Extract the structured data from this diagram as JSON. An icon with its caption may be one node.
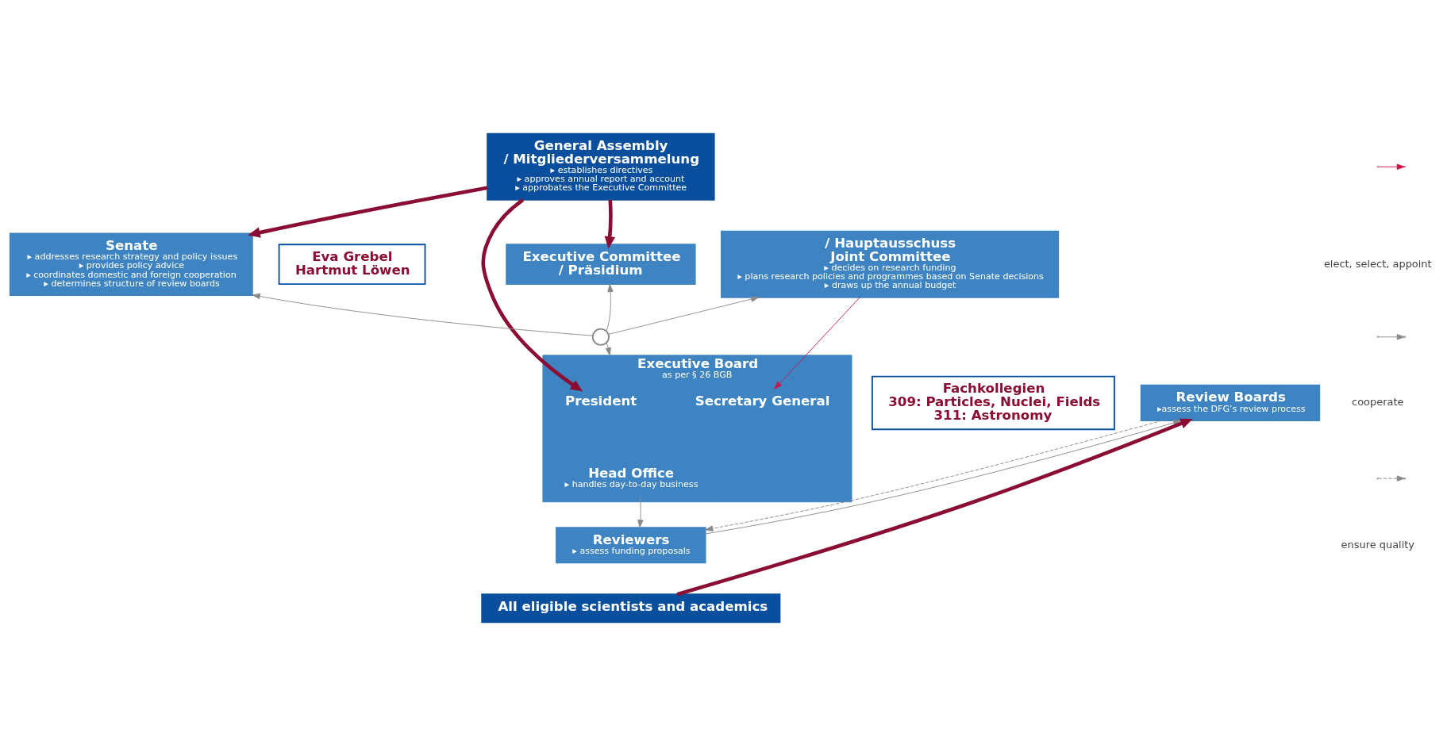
{
  "diagram": {
    "nodes": [
      {
        "text": [
          "General Assembly",
          "/ Mitgliederversammelung",
          "▸ establishes directives",
          "▸ approves annual report and account",
          "▸ approbates the Executive Committee"
        ]
      },
      {
        "text": [
          "Senate",
          "▸ addresses research strategy and policy issues",
          "▸ provides policy advice",
          "▸ coordinates domestic and foreign cooperation",
          "▸ determines structure of review boards"
        ]
      },
      {
        "text": [
          "Eva Grebel",
          "Hartmut Löwen"
        ]
      },
      {
        "text": [
          "Executive Committee",
          "/ Präsidium"
        ]
      },
      {
        "text": [
          "/ Hauptausschuss",
          "Joint Committee",
          "▸ decides on research funding",
          "▸ plans research policies and programmes based on Senate decisions",
          "▸ draws up the annual budget"
        ]
      },
      {
        "text": [],
        "shape": "circle"
      },
      {
        "text": [
          "Review Boards",
          "▸assess the DFG’s review process"
        ]
      },
      {
        "text": [
          "Fachkollegien",
          "309: Particles, Nuclei, Fields",
          "311: Astronomy"
        ]
      },
      {
        "text": [
          "Executive Board",
          "as per § 26 BGB"
        ]
      },
      {
        "text": [
          "President"
        ],
        "in": 8
      },
      {
        "text": [
          "Secretary General"
        ],
        "in": 8
      },
      {
        "text": [
          "Head Office",
          "▸ handles day-to-day business"
        ],
        "in": 8
      },
      {
        "text": [
          "Reviewers",
          "▸ assess funding proposals"
        ]
      },
      {
        "text": [
          "All eligible scientists and academics"
        ]
      }
    ],
    "edges": [
      {
        "from": 0,
        "to": 1,
        "arrow": "to",
        "style": "thick",
        "color": "#8b0d33"
      },
      {
        "from": 0,
        "to": 3,
        "arrow": "to",
        "style": "thick",
        "color": "#8b0d33"
      },
      {
        "from": 0,
        "to": 9,
        "arrow": "to",
        "style": "thick",
        "color": "#8b0d33"
      },
      {
        "from": 4,
        "to": 10,
        "arrow": "to",
        "color": "#c8174a"
      },
      {
        "from": 5,
        "to": 1,
        "arrow": "to"
      },
      {
        "from": 5,
        "to": 3,
        "arrow": "to"
      },
      {
        "from": 5,
        "to": 4,
        "arrow": "to"
      },
      {
        "from": 5,
        "to": 8,
        "arrow": "to"
      },
      {
        "from": 6,
        "to": 12,
        "arrow": "to",
        "style": "dashed"
      },
      {
        "from": 12,
        "to": 6,
        "arrow": "to"
      },
      {
        "from": 11,
        "to": 12,
        "arrow": "to"
      },
      {
        "from": 13,
        "to": 6,
        "arrow": "to",
        "style": "thick",
        "color": "#8b0d33"
      }
    ],
    "legend": [
      {
        "text": "elect, select, appoint"
      },
      {
        "text": "cooperate"
      },
      {
        "text": "ensure quality"
      }
    ]
  }
}
